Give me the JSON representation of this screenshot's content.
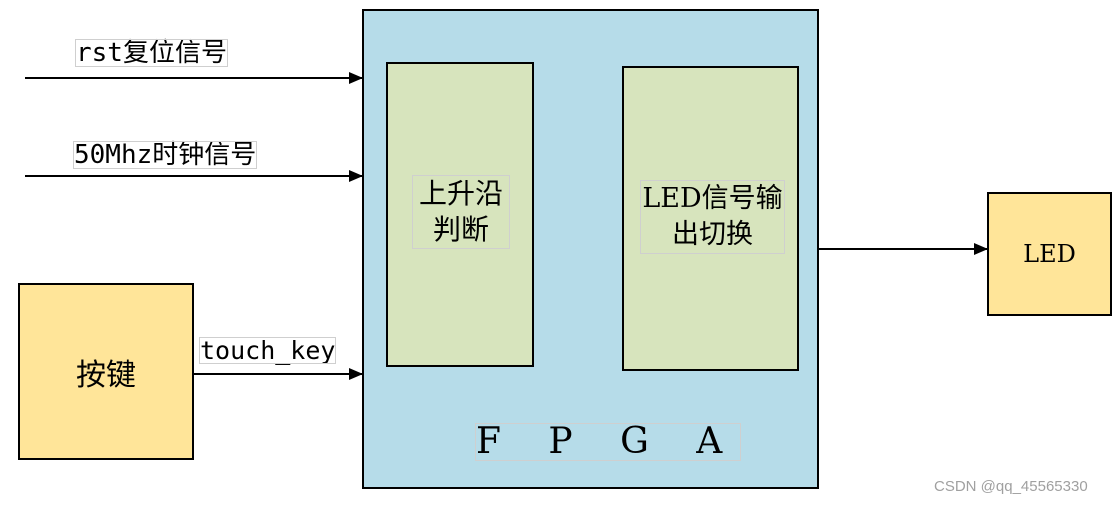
{
  "signals": {
    "rst": "rst复位信号",
    "clk": "50Mhz时钟信号",
    "key": "touch_key"
  },
  "blocks": {
    "button": "按键",
    "fpga": "F P G A",
    "edge_line1": "上升沿",
    "edge_line2": "判断",
    "switch_line1": "LED信号输",
    "switch_line2": "出切换",
    "led": "LED"
  },
  "watermark": "CSDN @qq_45565330",
  "colors": {
    "fpga_fill": "#b6dce9",
    "inner_fill": "#d7e4bd",
    "io_fill": "#ffe599",
    "line": "#000000"
  }
}
